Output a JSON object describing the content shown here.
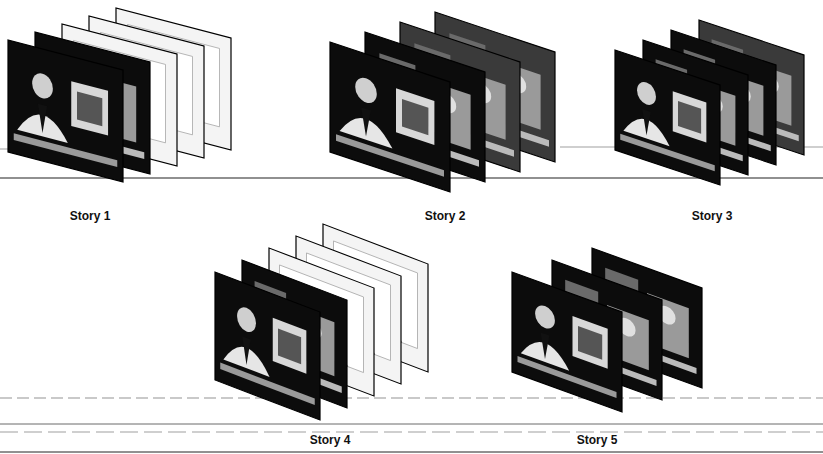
{
  "diagram": {
    "labels": [
      "Story 1",
      "Story 2",
      "Story 3",
      "Story 4",
      "Story 5"
    ]
  }
}
